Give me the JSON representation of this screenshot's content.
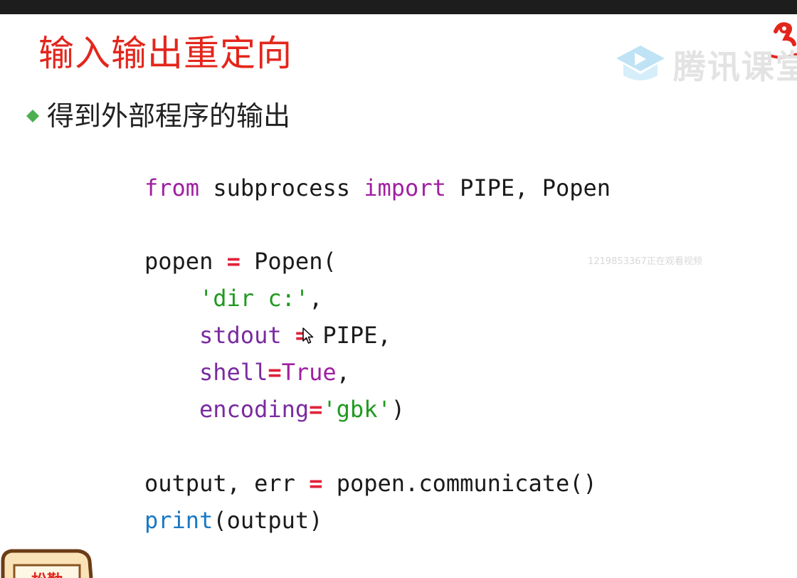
{
  "slide": {
    "title": "输入输出重定向",
    "bullet": "得到外部程序的输出",
    "brand_text": "腾讯课堂",
    "watermark": "1219853367正在观看视频",
    "sign_text": "松勤"
  },
  "code": {
    "line1": {
      "kw1": "from",
      "mod": " subprocess ",
      "kw2": "import",
      "rest": " PIPE, Popen"
    },
    "line2": {
      "var": "popen ",
      "op": "=",
      "rest": " Popen("
    },
    "line3": {
      "str": "'dir c:'",
      "rest": ","
    },
    "line4": {
      "param": "stdout ",
      "op": "=",
      "rest": " PIPE,"
    },
    "line5": {
      "param": "shell",
      "op": "=",
      "val": "True",
      "rest": ","
    },
    "line6": {
      "param": "encoding",
      "op": "=",
      "str": "'gbk'",
      "rest": ")"
    },
    "line7": {
      "vars": "output, err ",
      "op": "=",
      "rest": " popen.communicate()"
    },
    "line8": {
      "builtin": "print",
      "rest": "(output)"
    }
  },
  "colors": {
    "title": "#e3261c",
    "keyword": "#a020a0",
    "operator": "#e0233b",
    "string": "#1f9a1f",
    "builtin": "#1a78c2",
    "bullet": "#4caf50"
  },
  "icons": {
    "bullet": "diamond-bullet-icon",
    "brand_logo": "tencent-classroom-play-icon",
    "cursor": "mouse-pointer-icon"
  }
}
